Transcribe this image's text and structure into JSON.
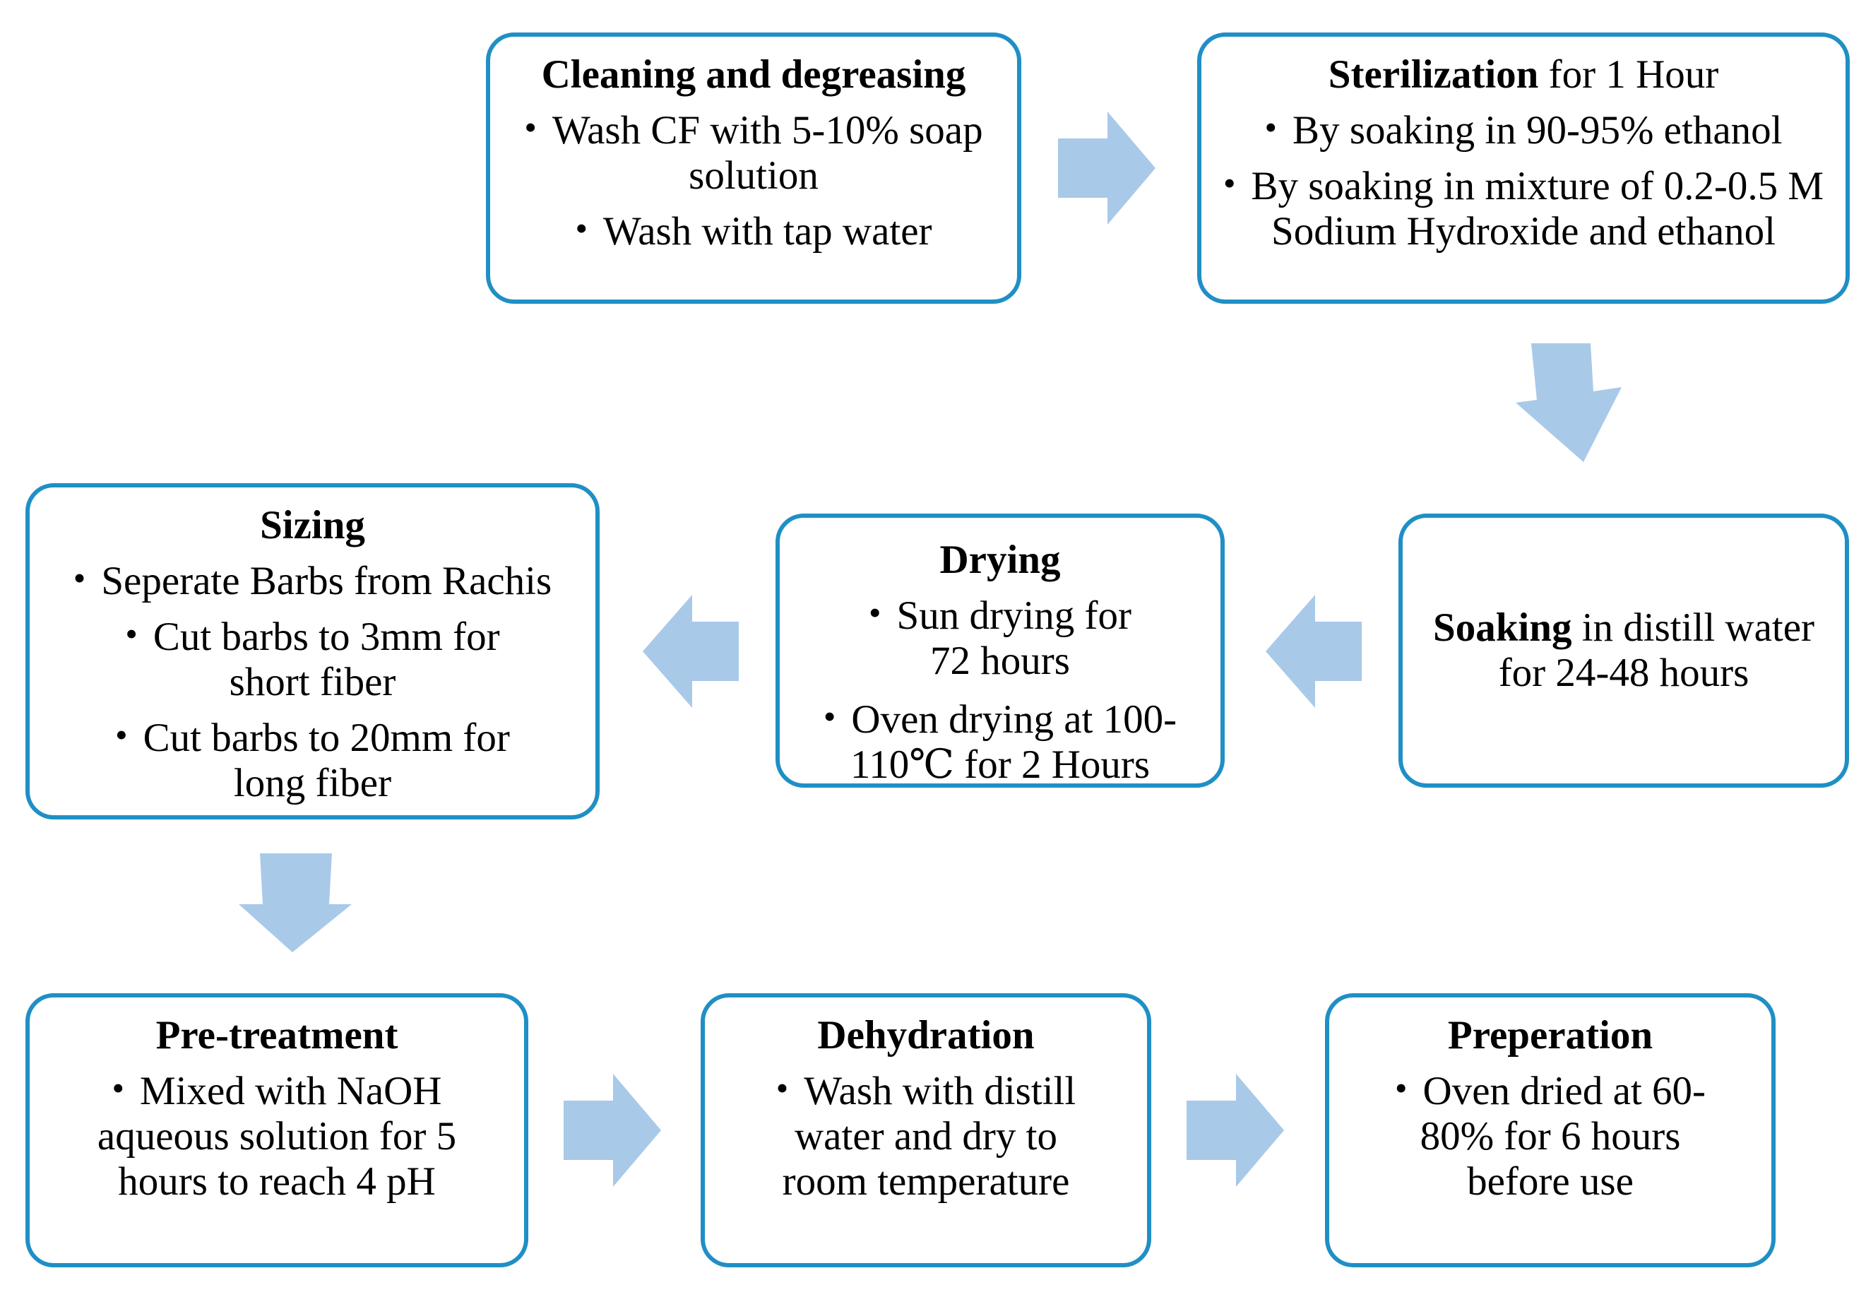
{
  "diagram": {
    "arrow_color": "#a9c9e9",
    "box_border_color": "#1f8fc5",
    "steps": {
      "cleaning": {
        "title": "Cleaning and degreasing",
        "bullets": [
          "Wash CF with 5-10% soap solution",
          "Wash with tap water"
        ]
      },
      "sterilization": {
        "title_bold": "Sterilization",
        "title_rest": " for 1 Hour",
        "bullets": [
          "By soaking in 90-95% ethanol",
          "By soaking in mixture of 0.2-0.5 M Sodium Hydroxide and ethanol"
        ]
      },
      "soaking": {
        "title_bold": "Soaking",
        "text": " in distill water for 24-48 hours"
      },
      "drying": {
        "title": "Drying",
        "bullets": [
          "Sun drying for 72 hours",
          "Oven drying at 100-110℃ for 2 Hours"
        ]
      },
      "sizing": {
        "title": "Sizing",
        "bullets": [
          "Seperate Barbs from Rachis",
          "Cut barbs to 3mm for short fiber",
          "Cut barbs to 20mm for long fiber"
        ]
      },
      "pretreatment": {
        "title": "Pre-treatment",
        "bullets": [
          "Mixed with NaOH aqueous solution for 5 hours to reach 4 pH"
        ]
      },
      "dehydration": {
        "title": "Dehydration",
        "bullets": [
          "Wash with distill water and dry to room temperature"
        ]
      },
      "preperation": {
        "title": "Preperation",
        "bullets": [
          "Oven dried at 60-80% for 6 hours before use"
        ]
      }
    }
  }
}
